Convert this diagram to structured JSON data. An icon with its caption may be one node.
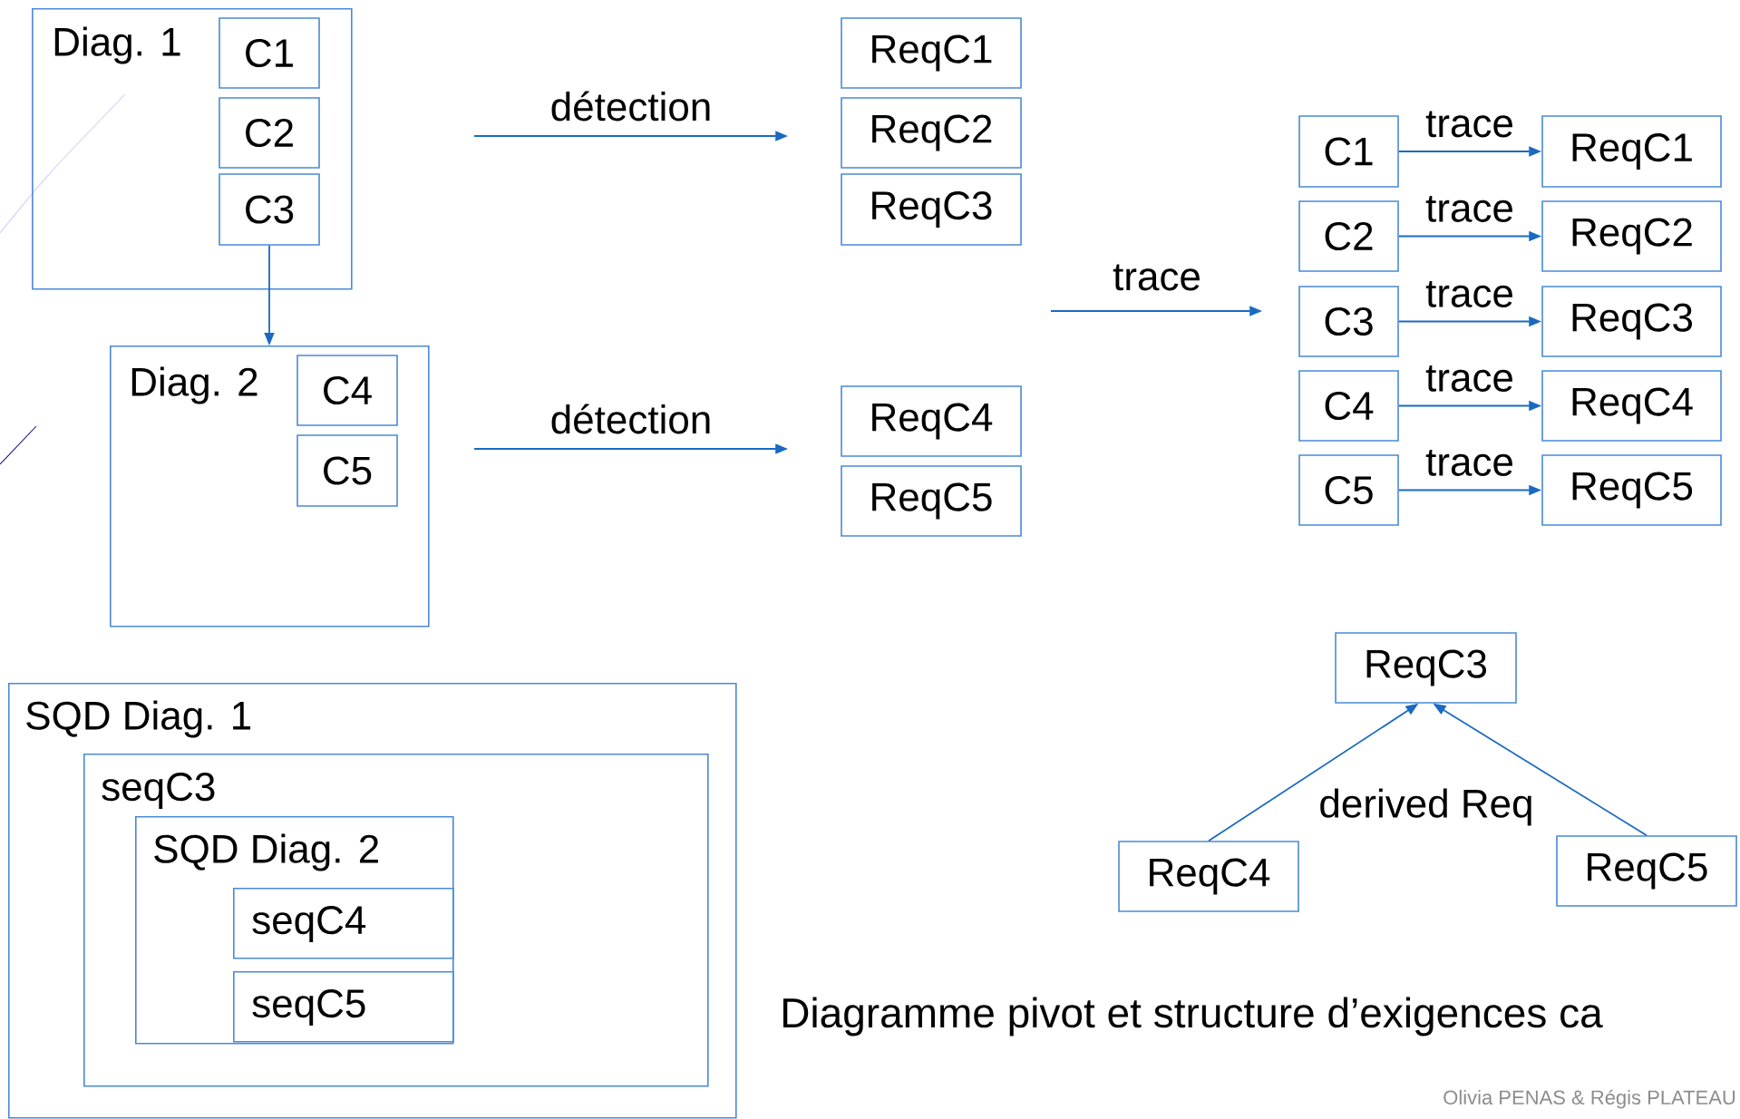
{
  "diagram": {
    "caption": "Diagramme pivot et structure d’exigences ca",
    "nodes": [
      {
        "text": [
          "Diag. 1"
        ]
      },
      {
        "text": [
          "C1"
        ],
        "in": 0
      },
      {
        "text": [
          "C2"
        ],
        "in": 0
      },
      {
        "text": [
          "C3"
        ],
        "in": 0
      },
      {
        "text": [
          "ReqC1"
        ]
      },
      {
        "text": [
          "ReqC2"
        ]
      },
      {
        "text": [
          "ReqC3"
        ]
      },
      {
        "text": [
          "Diag. 2"
        ]
      },
      {
        "text": [
          "C4"
        ],
        "in": 7
      },
      {
        "text": [
          "C5"
        ],
        "in": 7
      },
      {
        "text": [
          "ReqC4"
        ]
      },
      {
        "text": [
          "ReqC5"
        ]
      },
      {
        "text": [
          "C1"
        ]
      },
      {
        "text": [
          "ReqC1"
        ]
      },
      {
        "text": [
          "C2"
        ]
      },
      {
        "text": [
          "ReqC2"
        ]
      },
      {
        "text": [
          "C3"
        ]
      },
      {
        "text": [
          "ReqC3"
        ]
      },
      {
        "text": [
          "C4"
        ]
      },
      {
        "text": [
          "ReqC4"
        ]
      },
      {
        "text": [
          "C5"
        ]
      },
      {
        "text": [
          "ReqC5"
        ]
      },
      {
        "text": [
          "SQD Diag. 1"
        ]
      },
      {
        "text": [
          "seqC3"
        ],
        "in": 22
      },
      {
        "text": [
          "SQD Diag. 2"
        ],
        "in": 23
      },
      {
        "text": [
          "seqC4"
        ],
        "in": 24
      },
      {
        "text": [
          "seqC5"
        ],
        "in": 24
      },
      {
        "text": [
          "ReqC3"
        ]
      },
      {
        "text": [
          "ReqC4"
        ]
      },
      {
        "text": [
          "ReqC5"
        ]
      }
    ],
    "edges": [
      {
        "from": 3,
        "to": 7,
        "arrow": "to"
      },
      {
        "from": null,
        "to": 5,
        "arrow": "to",
        "label": "détection"
      },
      {
        "from": null,
        "to": 10,
        "arrow": "to",
        "label": "détection"
      },
      {
        "from": null,
        "to": 16,
        "arrow": "to",
        "label": "trace"
      },
      {
        "from": 12,
        "to": 13,
        "arrow": "to",
        "label": "trace"
      },
      {
        "from": 14,
        "to": 15,
        "arrow": "to",
        "label": "trace"
      },
      {
        "from": 16,
        "to": 17,
        "arrow": "to",
        "label": "trace"
      },
      {
        "from": 18,
        "to": 19,
        "arrow": "to",
        "label": "trace"
      },
      {
        "from": 20,
        "to": 21,
        "arrow": "to",
        "label": "trace"
      },
      {
        "from": 28,
        "to": 27,
        "arrow": "to",
        "label": "derived Req"
      },
      {
        "from": 29,
        "to": 27,
        "arrow": "to"
      }
    ],
    "labels": [
      "Olivia PENAS & Régis PLATEAU"
    ]
  }
}
